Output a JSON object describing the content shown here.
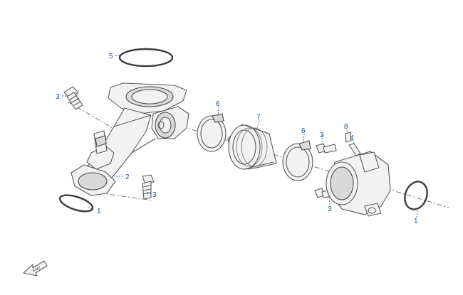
{
  "diagram": {
    "callouts": [
      {
        "id": "c1a",
        "label": "1"
      },
      {
        "id": "c1b",
        "label": "1"
      },
      {
        "id": "c2",
        "label": "2"
      },
      {
        "id": "c3a",
        "label": "3"
      },
      {
        "id": "c3b",
        "label": "3"
      },
      {
        "id": "c3c",
        "label": "3"
      },
      {
        "id": "c3d",
        "label": "3"
      },
      {
        "id": "c4",
        "label": "4"
      },
      {
        "id": "c5",
        "label": "5"
      },
      {
        "id": "c6a",
        "label": "6"
      },
      {
        "id": "c6b",
        "label": "6"
      },
      {
        "id": "c7",
        "label": "7"
      },
      {
        "id": "c8",
        "label": "8"
      }
    ],
    "direction_arrow_text": "FWD",
    "colors": {
      "callout": "#1b4f94",
      "outline": "#5a5a5a"
    }
  }
}
